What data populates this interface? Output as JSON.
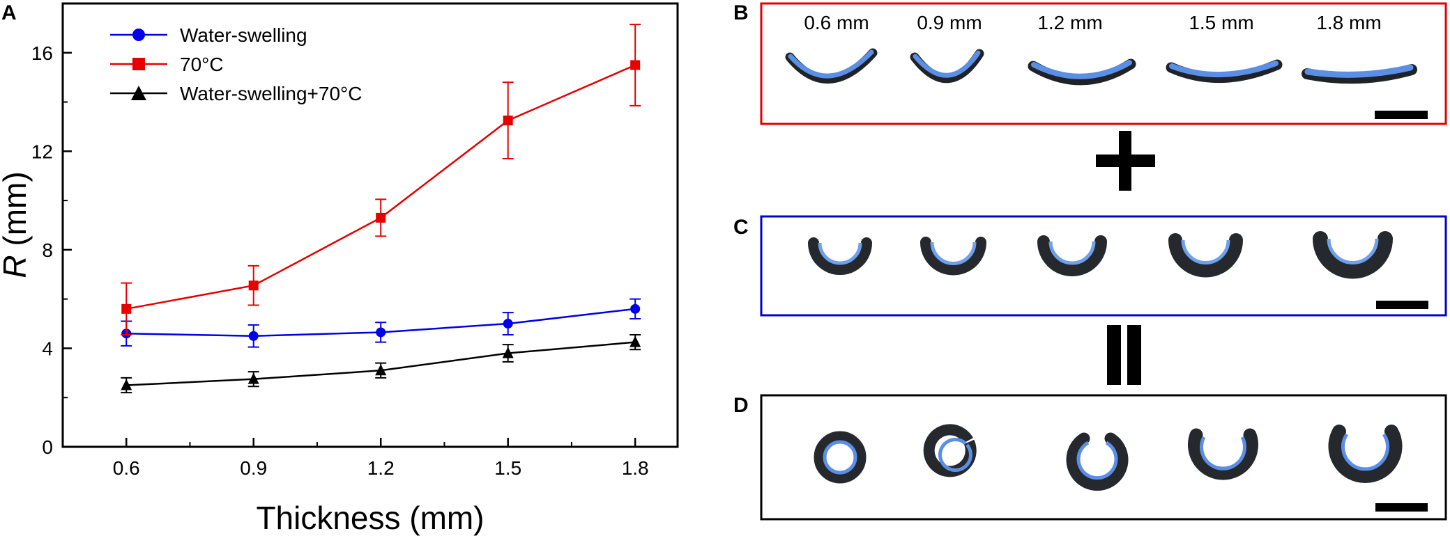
{
  "panels": {
    "a": "A",
    "b": "B",
    "c": "C",
    "d": "D"
  },
  "chart_data": {
    "type": "line",
    "title": "",
    "xlabel": "Thickness (mm)",
    "ylabel_italic": "R",
    "ylabel_rest": " (mm)",
    "x": [
      0.6,
      0.9,
      1.2,
      1.5,
      1.8
    ],
    "x_tick_labels": [
      "0.6",
      "0.9",
      "1.2",
      "1.5",
      "1.8"
    ],
    "xlim": [
      0.45,
      1.9
    ],
    "ylim": [
      0,
      18
    ],
    "y_ticks": [
      0,
      4,
      8,
      12,
      16
    ],
    "y_tick_labels": [
      "0",
      "4",
      "8",
      "12",
      "16"
    ],
    "grid": false,
    "legend_position": "top-left",
    "series": [
      {
        "name": "Water-swelling",
        "color": "#0000e6",
        "marker": "circle",
        "values": [
          4.6,
          4.5,
          4.65,
          5.0,
          5.6
        ],
        "errors": [
          0.5,
          0.45,
          0.4,
          0.45,
          0.4
        ]
      },
      {
        "name": "70°C",
        "color": "#e60000",
        "marker": "square",
        "values": [
          5.6,
          6.55,
          9.3,
          13.25,
          15.5
        ],
        "errors": [
          1.05,
          0.8,
          0.75,
          1.55,
          1.65
        ]
      },
      {
        "name": "Water-swelling+70°C",
        "color": "#000000",
        "marker": "triangle",
        "values": [
          2.5,
          2.75,
          3.1,
          3.8,
          4.25
        ],
        "errors": [
          0.3,
          0.3,
          0.3,
          0.35,
          0.3
        ]
      }
    ]
  },
  "photo_panels": {
    "thickness_labels": [
      "0.6 mm",
      "0.9 mm",
      "1.2 mm",
      "1.5 mm",
      "1.8 mm"
    ],
    "border_colors": {
      "b": "#e00000",
      "c": "#0000cc",
      "d": "#000000"
    },
    "operator_plus": "+",
    "operator_equals": "="
  }
}
